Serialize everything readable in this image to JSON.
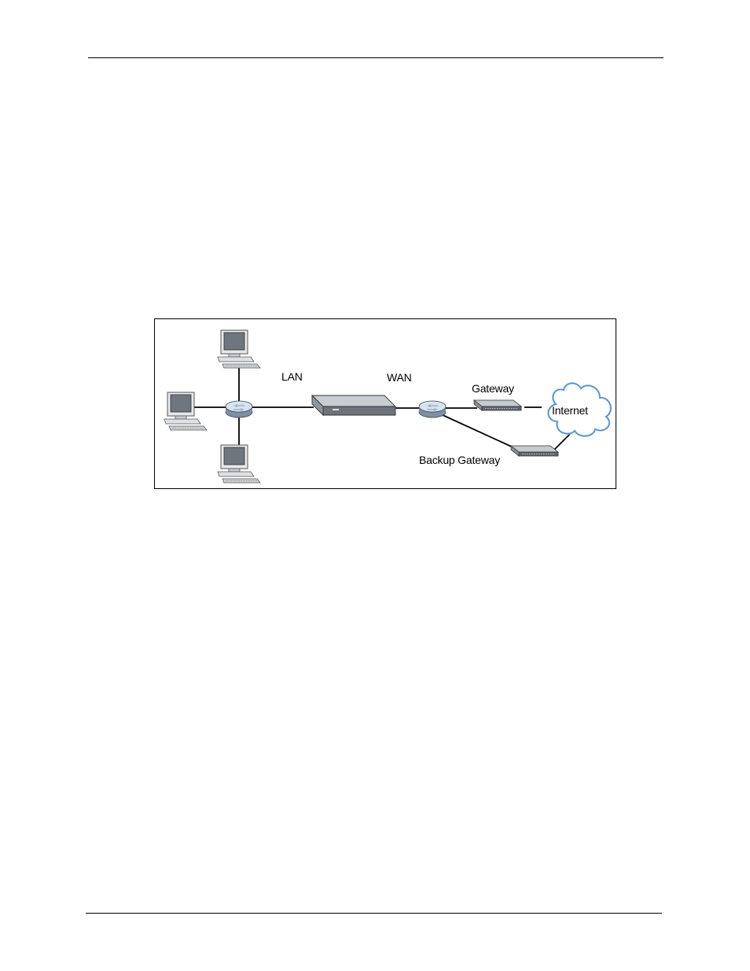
{
  "diagram": {
    "labels": {
      "lan": "LAN",
      "wan": "WAN",
      "gateway": "Gateway",
      "backup_gateway": "Backup Gateway",
      "internet": "Internet"
    },
    "colors": {
      "line": "#000000",
      "device_top": "#c8cdd2",
      "device_side": "#6d747b",
      "hub_top": "#d6e3f0",
      "hub_side": "#7c8fa3",
      "monitor_screen": "#7a8088",
      "cloud_fill": "#ffffff",
      "cloud_stroke": "#7fb0d8"
    },
    "icons": [
      "computer-icon",
      "hub-icon",
      "router-icon",
      "gateway-device-icon",
      "cloud-icon"
    ]
  }
}
